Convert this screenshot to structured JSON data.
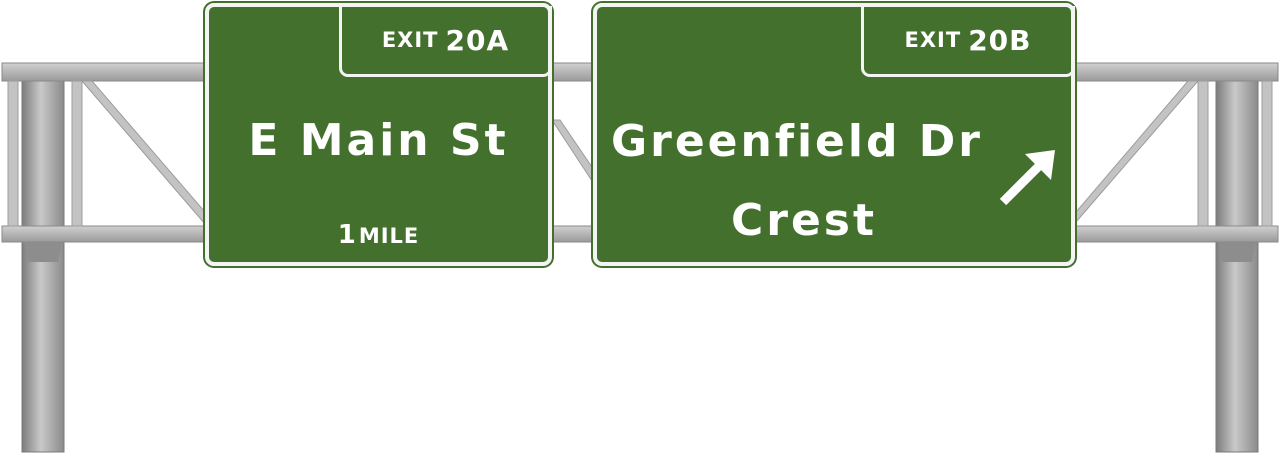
{
  "colors": {
    "sign_green": "#44702d",
    "legend_white": "#ffffff",
    "border_white": "#f4f4f4",
    "steel_gray": "#a9a9a9"
  },
  "signs": [
    {
      "exit_word": "EXIT",
      "exit_number": "20A",
      "destination_lines": [
        "E Main St"
      ],
      "distance_value": "1",
      "distance_unit": "MILE"
    },
    {
      "exit_word": "EXIT",
      "exit_number": "20B",
      "destination_lines": [
        "Greenfield Dr",
        "Crest"
      ],
      "arrow_icon": "diagonal-up-right-arrow-icon"
    }
  ]
}
